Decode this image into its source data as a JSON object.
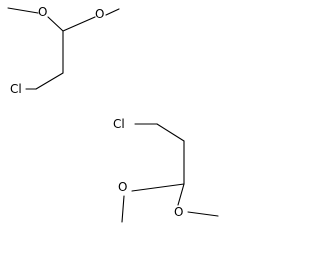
{
  "molecules": [
    {
      "name": "",
      "atoms": {
        "o1": "O",
        "o2": "O",
        "cl": "Cl"
      }
    },
    {
      "name": "",
      "atoms": {
        "cl": "Cl",
        "o1": "O",
        "o2": "O"
      }
    }
  ],
  "colors": {
    "bond": "#000000",
    "text": "#000000",
    "background": "#ffffff"
  }
}
